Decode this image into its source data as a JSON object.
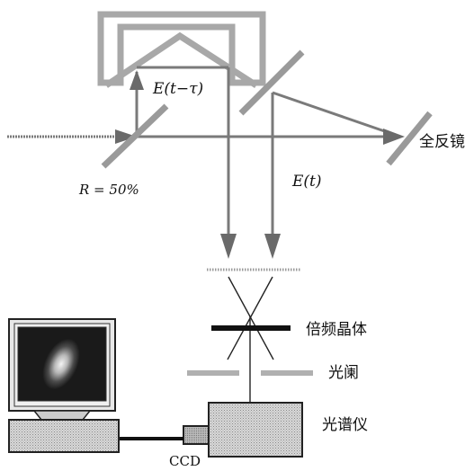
{
  "labels": {
    "delayed_field": "E(t−τ)",
    "direct_field": "E(t)",
    "reflectivity": "R = 50%",
    "full_mirror": "全反镜",
    "doubling_crystal": "倍频晶体",
    "aperture": "光阑",
    "spectrometer": "光谱仪",
    "ccd": "CCD"
  },
  "colors": {
    "beam": "#7a7a7a",
    "optic_gray": "#9a9a9a",
    "crystal": "#111111",
    "outline": "#222222"
  },
  "icons": {
    "computer": "computer-monitor-icon"
  }
}
